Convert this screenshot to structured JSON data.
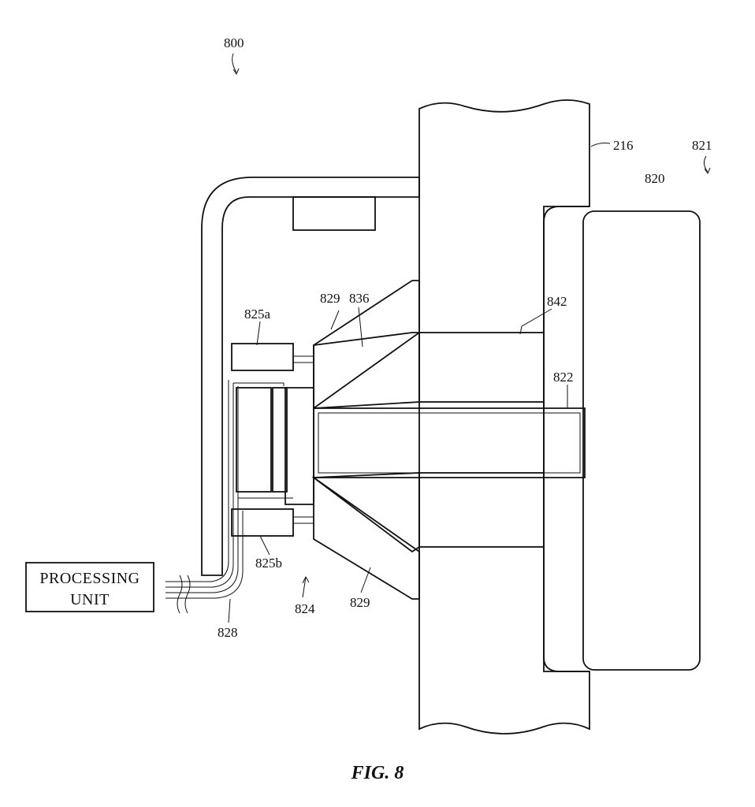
{
  "figure": {
    "caption": "FIG. 8"
  },
  "labels": {
    "ref_800": "800",
    "ref_216": "216",
    "ref_821": "821",
    "ref_820": "820",
    "ref_829_top": "829",
    "ref_836": "836",
    "ref_842": "842",
    "ref_825a": "825a",
    "ref_822": "822",
    "ref_825b": "825b",
    "ref_824": "824",
    "ref_829_bottom": "829",
    "ref_828": "828"
  },
  "processing_unit": {
    "line1": "PROCESSING",
    "line2": "UNIT"
  }
}
